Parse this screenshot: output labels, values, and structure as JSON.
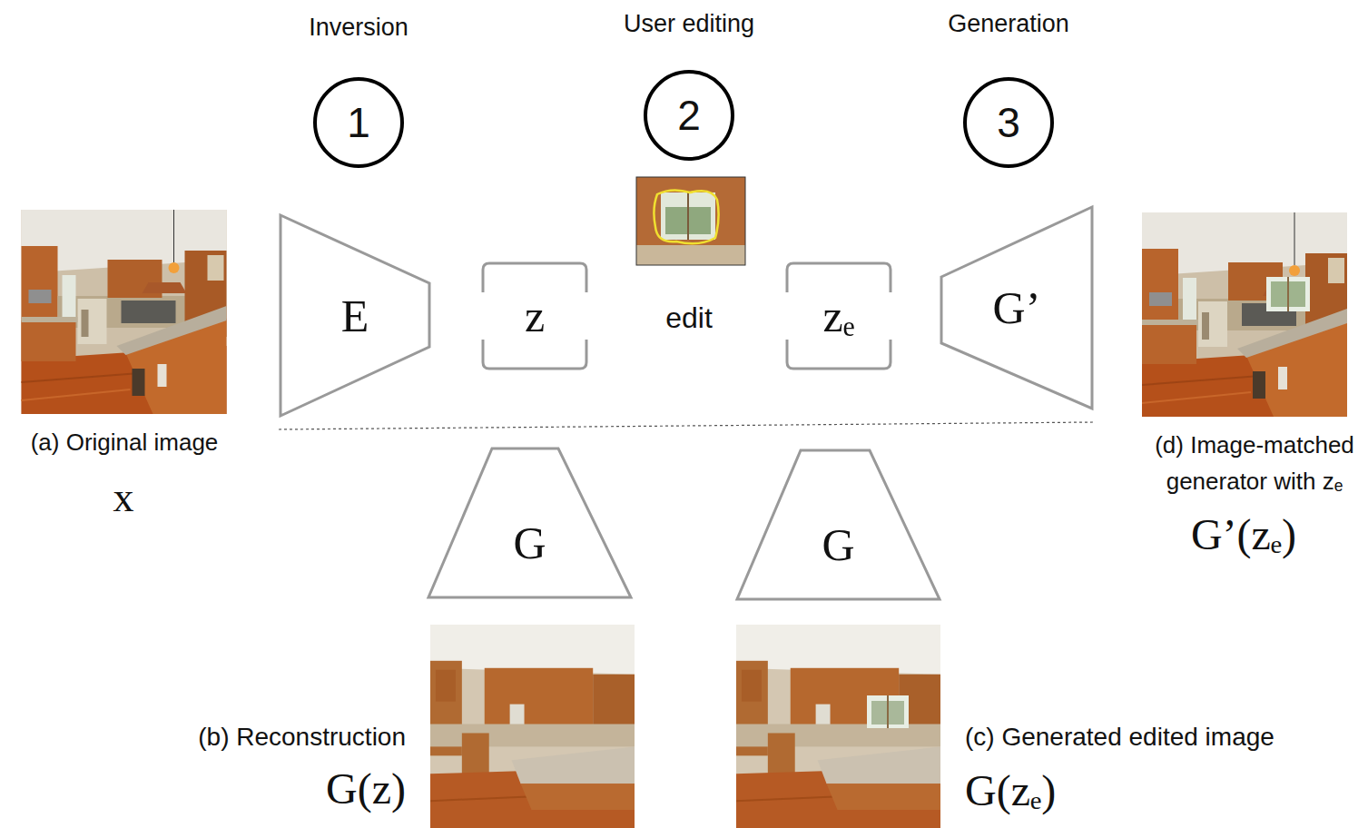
{
  "diagram": {
    "nodes": [
      {
        "text": [
          "Inversion",
          "1"
        ]
      },
      {
        "text": [
          "User editing",
          "2"
        ]
      },
      {
        "text": [
          "Generation",
          "3"
        ]
      },
      {
        "text": [
          "E"
        ]
      },
      {
        "text": [
          "z"
        ]
      },
      {
        "text": [
          "zₑ"
        ]
      },
      {
        "text": [
          "G’"
        ]
      },
      {
        "text": [
          "G"
        ]
      },
      {
        "text": [
          "G"
        ]
      }
    ],
    "labels": [
      "edit",
      "(a) Original image",
      "x",
      "(b) Reconstruction",
      "G(z)",
      "(c) Generated edited image",
      "G(zₑ)",
      "(d) Image-matched generator with zₑ",
      "G’(zₑ)"
    ]
  }
}
